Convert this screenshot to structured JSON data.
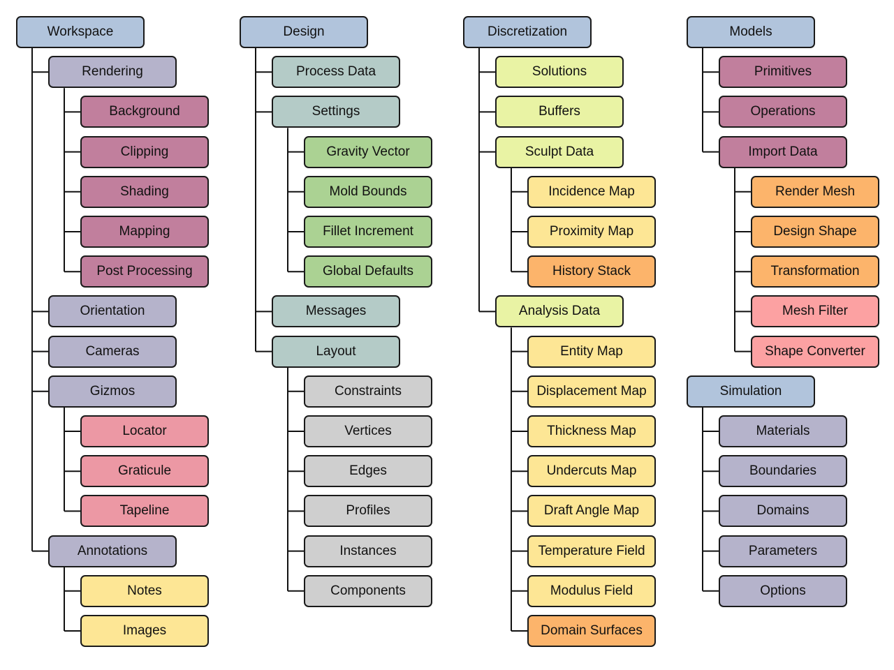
{
  "colors": {
    "root": "#b1c4dc",
    "lavender": "#b5b3cb",
    "mauve": "#c17f9d",
    "pink": "#ec98a4",
    "yellow": "#fde695",
    "teal": "#b4cbc7",
    "green": "#abd293",
    "gray": "#cfcfcf",
    "lime": "#e9f3a4",
    "orange": "#fcb46b",
    "salmon": "#fca1a2"
  },
  "columns": [
    {
      "label": "Workspace",
      "color": "root",
      "children": [
        {
          "label": "Rendering",
          "color": "lavender",
          "children": [
            {
              "label": "Background",
              "color": "mauve"
            },
            {
              "label": "Clipping",
              "color": "mauve"
            },
            {
              "label": "Shading",
              "color": "mauve"
            },
            {
              "label": "Mapping",
              "color": "mauve"
            },
            {
              "label": "Post Processing",
              "color": "mauve"
            }
          ]
        },
        {
          "label": "Orientation",
          "color": "lavender"
        },
        {
          "label": "Cameras",
          "color": "lavender"
        },
        {
          "label": "Gizmos",
          "color": "lavender",
          "children": [
            {
              "label": "Locator",
              "color": "pink"
            },
            {
              "label": "Graticule",
              "color": "pink"
            },
            {
              "label": "Tapeline",
              "color": "pink"
            }
          ]
        },
        {
          "label": "Annotations",
          "color": "lavender",
          "children": [
            {
              "label": "Notes",
              "color": "yellow"
            },
            {
              "label": "Images",
              "color": "yellow"
            }
          ]
        }
      ]
    },
    {
      "label": "Design",
      "color": "root",
      "children": [
        {
          "label": "Process Data",
          "color": "teal"
        },
        {
          "label": "Settings",
          "color": "teal",
          "children": [
            {
              "label": "Gravity Vector",
              "color": "green"
            },
            {
              "label": "Mold Bounds",
              "color": "green"
            },
            {
              "label": "Fillet Increment",
              "color": "green"
            },
            {
              "label": "Global Defaults",
              "color": "green"
            }
          ]
        },
        {
          "label": "Messages",
          "color": "teal"
        },
        {
          "label": "Layout",
          "color": "teal",
          "children": [
            {
              "label": "Constraints",
              "color": "gray"
            },
            {
              "label": "Vertices",
              "color": "gray"
            },
            {
              "label": "Edges",
              "color": "gray"
            },
            {
              "label": "Profiles",
              "color": "gray"
            },
            {
              "label": "Instances",
              "color": "gray"
            },
            {
              "label": "Components",
              "color": "gray"
            }
          ]
        }
      ]
    },
    {
      "label": "Discretization",
      "color": "root",
      "children": [
        {
          "label": "Solutions",
          "color": "lime"
        },
        {
          "label": "Buffers",
          "color": "lime"
        },
        {
          "label": "Sculpt Data",
          "color": "lime",
          "children": [
            {
              "label": "Incidence Map",
              "color": "yellow"
            },
            {
              "label": "Proximity Map",
              "color": "yellow"
            },
            {
              "label": "History Stack",
              "color": "orange"
            }
          ]
        },
        {
          "label": "Analysis Data",
          "color": "lime",
          "children": [
            {
              "label": "Entity Map",
              "color": "yellow"
            },
            {
              "label": "Displacement Map",
              "color": "yellow"
            },
            {
              "label": "Thickness Map",
              "color": "yellow"
            },
            {
              "label": "Undercuts Map",
              "color": "yellow"
            },
            {
              "label": "Draft Angle Map",
              "color": "yellow"
            },
            {
              "label": "Temperature Field",
              "color": "yellow"
            },
            {
              "label": "Modulus Field",
              "color": "yellow"
            },
            {
              "label": "Domain Surfaces",
              "color": "orange"
            }
          ]
        }
      ]
    },
    {
      "label": "Models",
      "color": "root",
      "children": [
        {
          "label": "Primitives",
          "color": "mauve"
        },
        {
          "label": "Operations",
          "color": "mauve"
        },
        {
          "label": "Import Data",
          "color": "mauve",
          "children": [
            {
              "label": "Render Mesh",
              "color": "orange"
            },
            {
              "label": "Design Shape",
              "color": "orange"
            },
            {
              "label": "Transformation",
              "color": "orange"
            },
            {
              "label": "Mesh Filter",
              "color": "salmon"
            },
            {
              "label": "Shape Converter",
              "color": "salmon"
            }
          ]
        }
      ]
    },
    {
      "label": "Simulation",
      "color": "root",
      "children": [
        {
          "label": "Materials",
          "color": "lavender"
        },
        {
          "label": "Boundaries",
          "color": "lavender"
        },
        {
          "label": "Domains",
          "color": "lavender"
        },
        {
          "label": "Parameters",
          "color": "lavender"
        },
        {
          "label": "Options",
          "color": "lavender"
        }
      ]
    }
  ]
}
